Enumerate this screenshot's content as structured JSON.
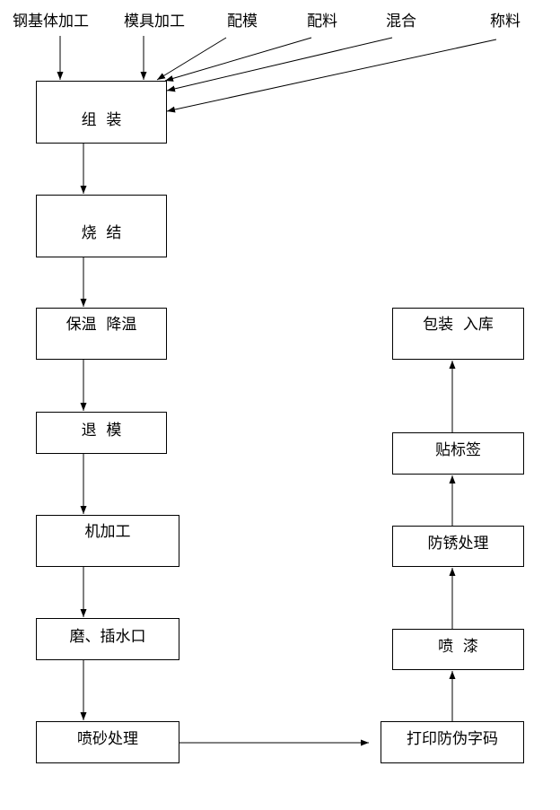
{
  "inputs": {
    "steel_base": "钢基体加工",
    "mold_processing": "模具加工",
    "mold_matching": "配模",
    "batching": "配料",
    "mixing": "混合",
    "weighing": "称料"
  },
  "left_column": {
    "assembly": "组  装",
    "sintering": "烧  结",
    "insulation_cooling": "保温  降温",
    "demolding": "退  模",
    "machining": "机加工",
    "grinding": "磨、插水口",
    "sandblasting": "喷砂处理"
  },
  "right_column": {
    "print_code": "打印防伪字码",
    "spray_paint": "喷  漆",
    "rust_proofing": "防锈处理",
    "labeling": "贴标签",
    "packaging": "包装  入库"
  }
}
